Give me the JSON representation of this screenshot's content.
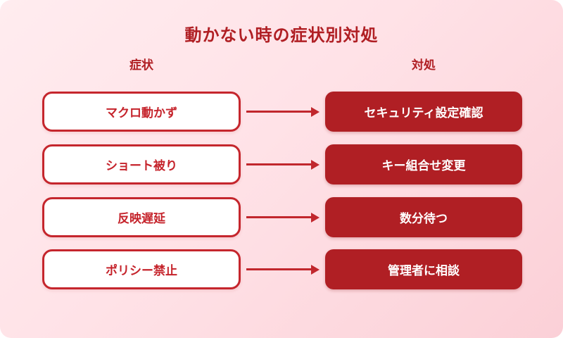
{
  "page": {
    "title": "動かない時の症状別対処",
    "columns": {
      "symptom_header": "症状",
      "action_header": "対処"
    },
    "rows": [
      {
        "symptom": "マクロ動かず",
        "action": "セキュリティ設定確認"
      },
      {
        "symptom": "ショート被り",
        "action": "キー組合せ変更"
      },
      {
        "symptom": "反映遅延",
        "action": "数分待つ"
      },
      {
        "symptom": "ポリシー禁止",
        "action": "管理者に相談"
      }
    ],
    "colors": {
      "heading_red": "#b01f24",
      "border_red": "#c5262d",
      "symptom_text_red": "#c5232b",
      "action_fill_red": "#b01f24",
      "action_text": "#ffffff",
      "arrow_red": "#c1272d",
      "bg_gradient_start": "#ffecef",
      "bg_gradient_end": "#fbd0d7",
      "symptom_box_bg": "#ffffff"
    }
  }
}
